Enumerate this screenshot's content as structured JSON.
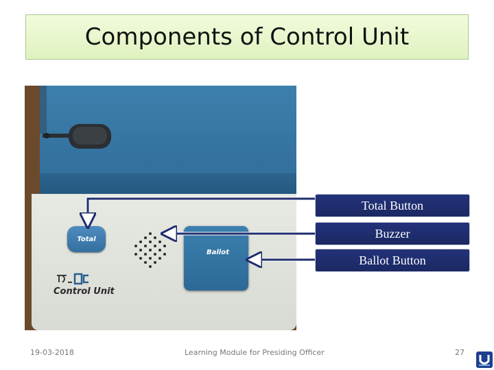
{
  "slide": {
    "title": "Components of Control Unit",
    "photo": {
      "total_button_text": "Total",
      "ballot_button_text": "Ballot",
      "unit_label": "Control Unit"
    },
    "callouts": [
      {
        "label": "Total Button"
      },
      {
        "label": "Buzzer"
      },
      {
        "label": "Ballot Button"
      }
    ],
    "footer": {
      "date": "19-03-2018",
      "module": "Learning Module for Presiding Officer",
      "page_number": "27"
    }
  },
  "colors": {
    "title_bg": "#e6f6c8",
    "callout_bg": "#1f2d6e",
    "arrow": "#1f2d6e",
    "unit_blue": "#35729f"
  },
  "icons": [
    "speaker-grille-icon",
    "eci-logo-icon",
    "corner-logo-icon"
  ]
}
